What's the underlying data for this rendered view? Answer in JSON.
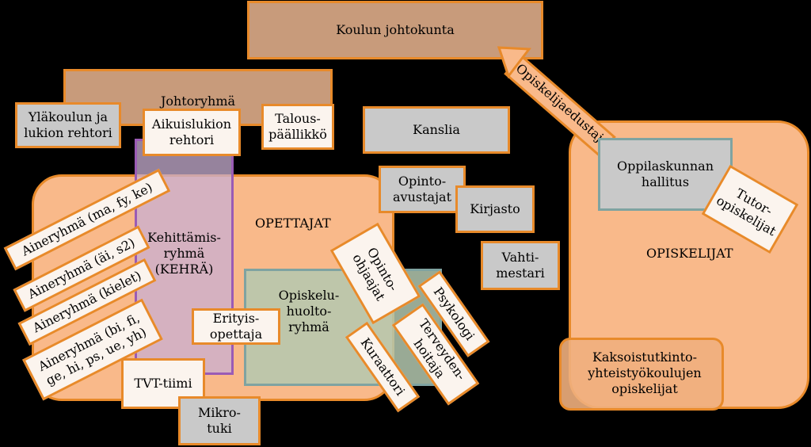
{
  "nodes": {
    "board": "Koulun johtokunta",
    "management": "Johtoryhmä",
    "principal": "Yläkoulun ja\nlukion rehtori",
    "adult_principal": "Aikuislukion\nrehtori",
    "finance": "Talous-\npäällikkö",
    "office": "Kanslia",
    "study_assistants": "Opinto-\navustajat",
    "library": "Kirjasto",
    "janitor": "Vahti-\nmestari",
    "teachers": "OPETTAJAT",
    "students": "OPISKELIJAT",
    "dev_group": "Kehittämis-\nryhmä\n(KEHRÄ)",
    "student_council": "Oppilaskunnan\nhallitus",
    "tutors": "Tutor-\nopiskelijat",
    "double_degree": "Kaksoistutkinto-\nyhteistyökoulujen\nopiskelijat",
    "welfare_group": "Opiskelu-\nhuolto-\nryhmä",
    "special_teacher": "Erityis-\nopettaja",
    "counselors": "Opinto-\nohjaajat",
    "psychologist": "Psykologi",
    "nurse": "Terveyden-\nhoitaja",
    "curator": "Kuraattori",
    "ict_team": "TVT-tiimi",
    "micro_support": "Mikro-\ntuki",
    "subj1": "Aineryhmä (ma, fy, ke)",
    "subj2": "Aineryhmä (äi, s2)",
    "subj3": "Aineryhmä (kielet)",
    "subj4": "Aineryhmä (bi, fi,\nge, hi, ps, ue, yh)",
    "student_rep": "Opiskelijaedustaja"
  },
  "colors": {
    "orange_border": "#e88a2a",
    "region_fill": "#f9b98a",
    "grey_box": "#c9c9c9",
    "white_box": "#fbf4ee",
    "brown_box": "#c89b7b",
    "purple": "#9a5bb5",
    "teal": "#7fa3a1"
  }
}
